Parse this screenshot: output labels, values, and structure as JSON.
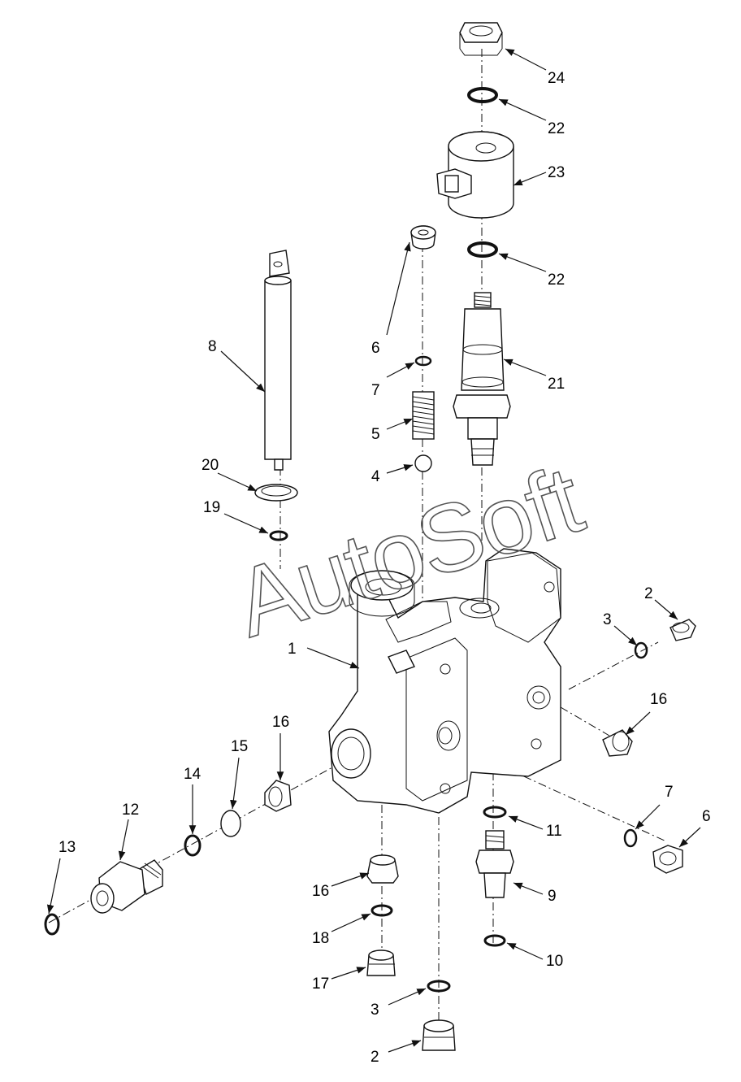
{
  "watermark": "AutoSoft",
  "callouts": [
    {
      "id": "c24",
      "text": "24",
      "part": "nut"
    },
    {
      "id": "c22a",
      "text": "22",
      "part": "o-ring"
    },
    {
      "id": "c23",
      "text": "23",
      "part": "solenoid-coil"
    },
    {
      "id": "c22b",
      "text": "22",
      "part": "o-ring"
    },
    {
      "id": "c8",
      "text": "8",
      "part": "spool"
    },
    {
      "id": "c6a",
      "text": "6",
      "part": "plug"
    },
    {
      "id": "c7a",
      "text": "7",
      "part": "o-ring"
    },
    {
      "id": "c21",
      "text": "21",
      "part": "cartridge-valve"
    },
    {
      "id": "c5",
      "text": "5",
      "part": "spring"
    },
    {
      "id": "c4",
      "text": "4",
      "part": "ball"
    },
    {
      "id": "c20",
      "text": "20",
      "part": "washer"
    },
    {
      "id": "c19",
      "text": "19",
      "part": "o-ring"
    },
    {
      "id": "c2a",
      "text": "2",
      "part": "plug"
    },
    {
      "id": "c3a",
      "text": "3",
      "part": "o-ring"
    },
    {
      "id": "c1",
      "text": "1",
      "part": "valve-body"
    },
    {
      "id": "c16a",
      "text": "16",
      "part": "plug"
    },
    {
      "id": "c16b",
      "text": "16",
      "part": "plug"
    },
    {
      "id": "c15",
      "text": "15",
      "part": "washer"
    },
    {
      "id": "c14",
      "text": "14",
      "part": "o-ring"
    },
    {
      "id": "c12",
      "text": "12",
      "part": "fitting"
    },
    {
      "id": "c13",
      "text": "13",
      "part": "o-ring"
    },
    {
      "id": "c7b",
      "text": "7",
      "part": "o-ring"
    },
    {
      "id": "c6b",
      "text": "6",
      "part": "plug"
    },
    {
      "id": "c11",
      "text": "11",
      "part": "o-ring"
    },
    {
      "id": "c16c",
      "text": "16",
      "part": "plug"
    },
    {
      "id": "c9",
      "text": "9",
      "part": "fitting"
    },
    {
      "id": "c18",
      "text": "18",
      "part": "o-ring"
    },
    {
      "id": "c10",
      "text": "10",
      "part": "o-ring"
    },
    {
      "id": "c17",
      "text": "17",
      "part": "plug"
    },
    {
      "id": "c3b",
      "text": "3",
      "part": "o-ring"
    },
    {
      "id": "c2b",
      "text": "2",
      "part": "plug"
    }
  ]
}
